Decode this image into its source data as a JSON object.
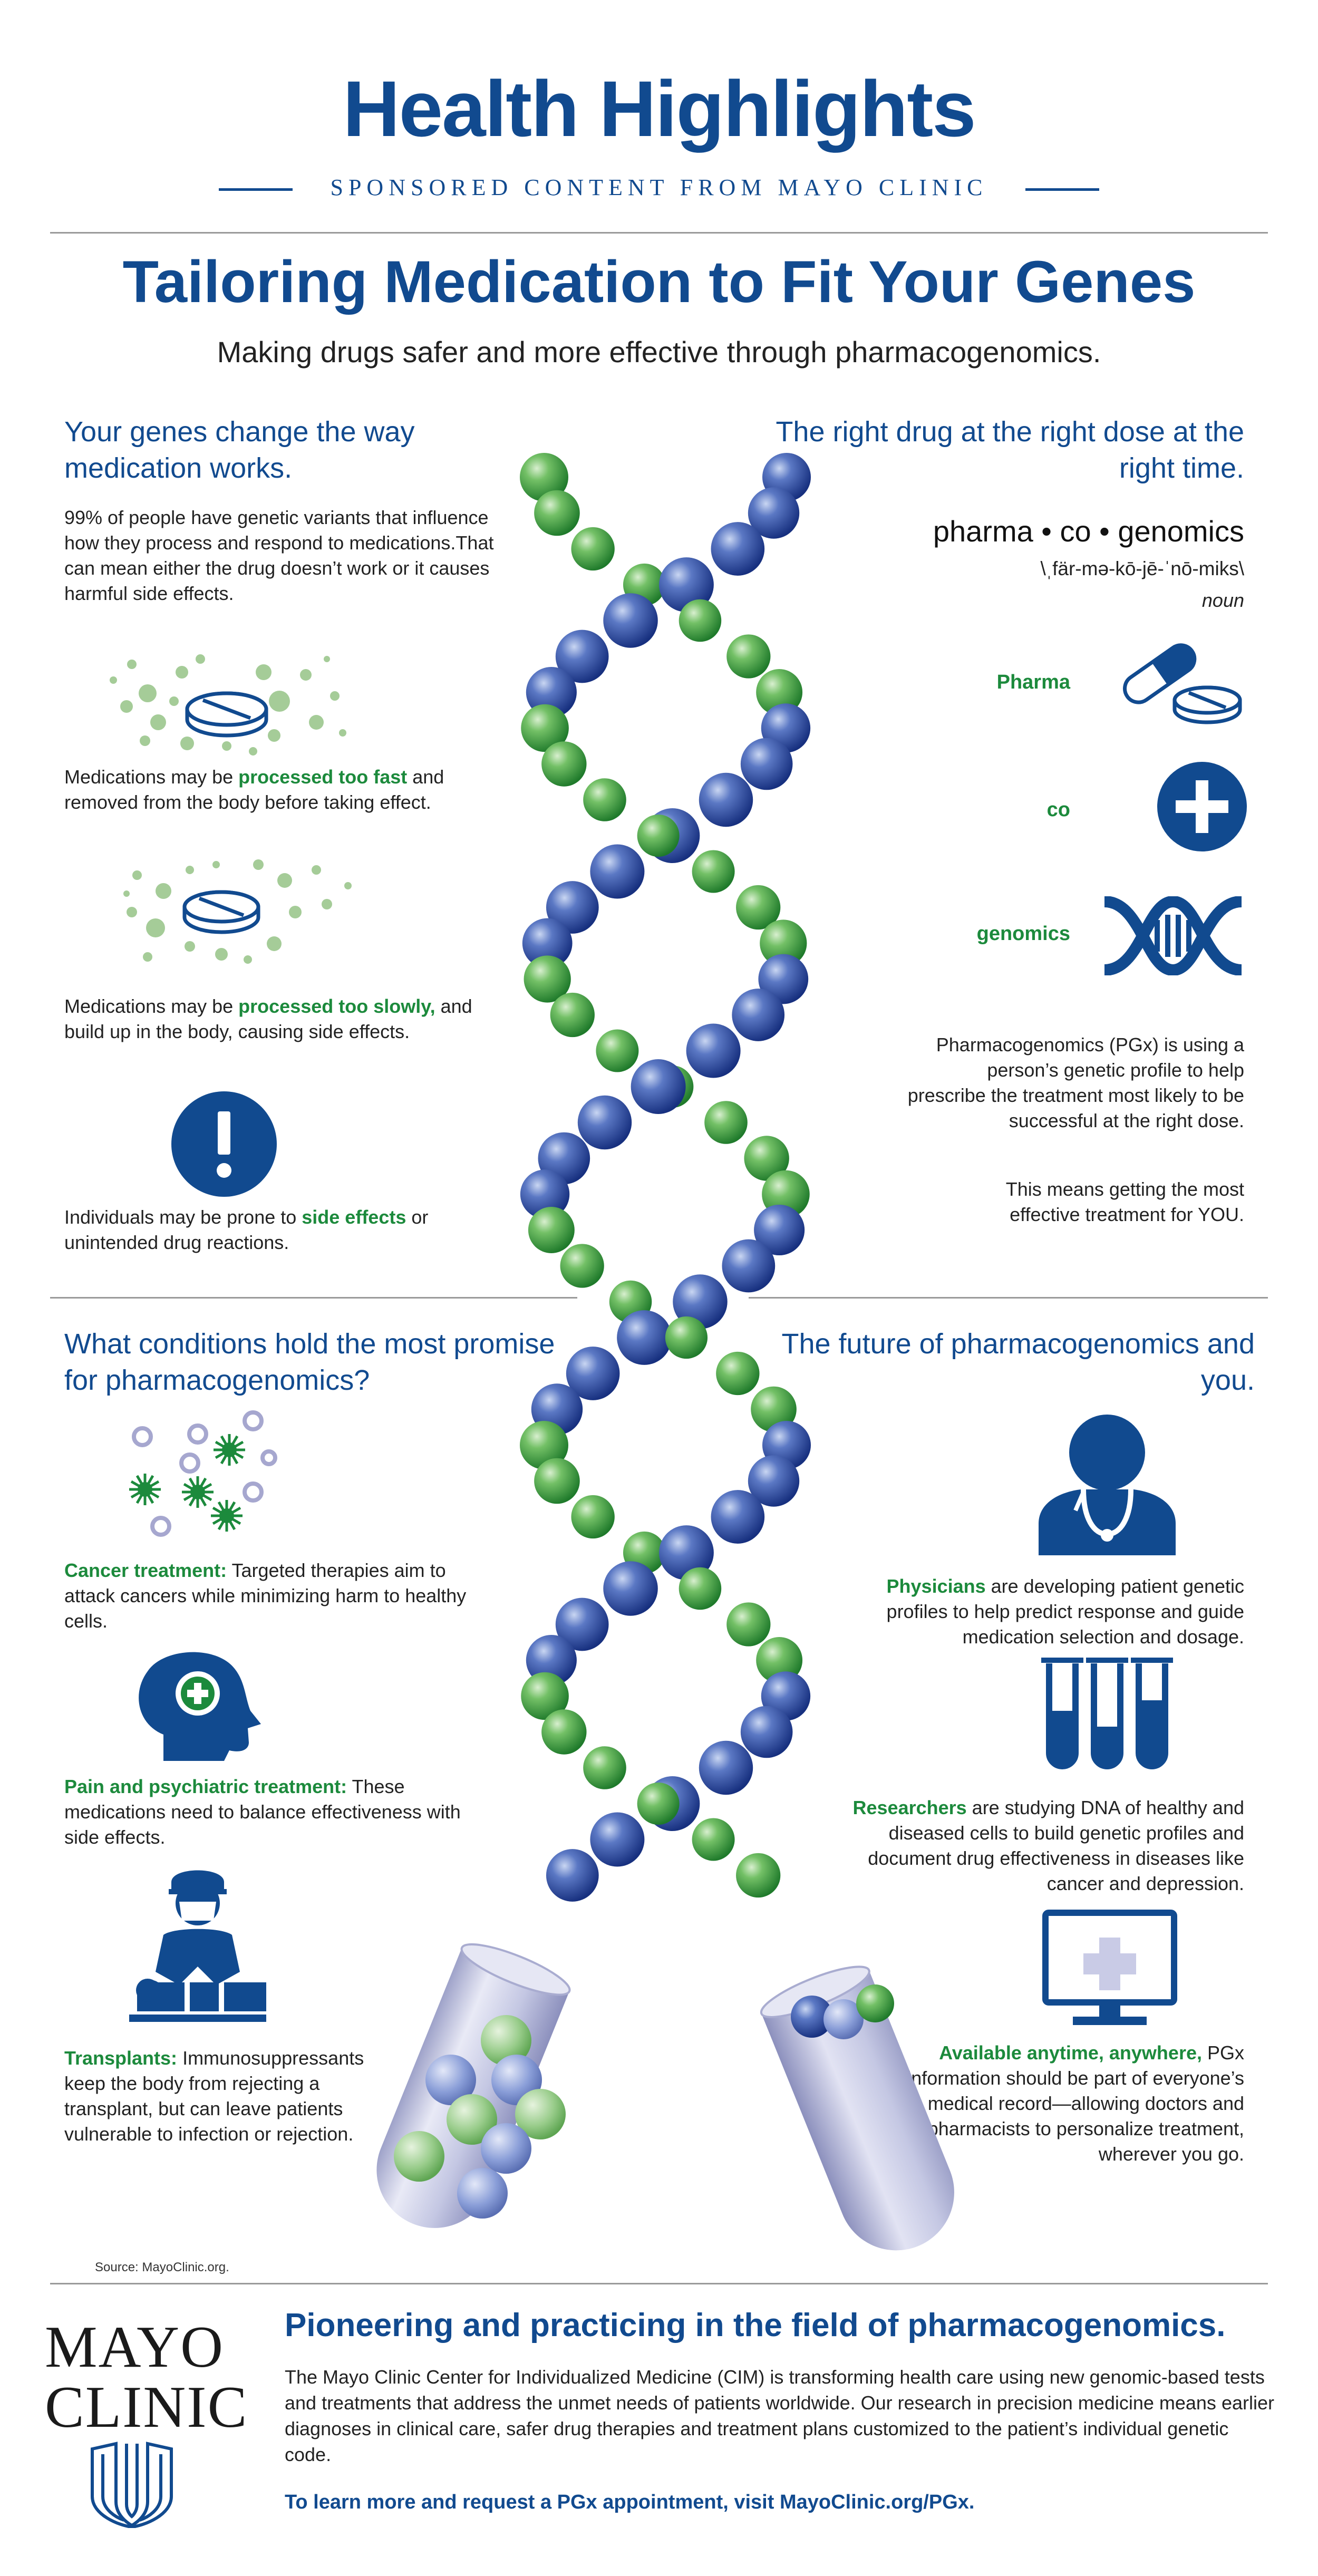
{
  "header": {
    "title": "Health Highlights",
    "sponsor": "SPONSORED CONTENT FROM MAYO CLINIC"
  },
  "main": {
    "title": "Tailoring Medication to Fit Your Genes",
    "subtitle": "Making drugs safer and more effective through pharmacogenomics."
  },
  "genes_section": {
    "heading": "Your genes change the way medication works.",
    "intro": "99% of people have genetic variants that influence how they process and respond to medications.That can mean either the drug doesn’t work or it causes harmful side effects.",
    "fast_pre": "Medications may be ",
    "fast_em": "processed too fast",
    "fast_post": " and removed from the body before taking effect.",
    "slow_pre": "Medications may be ",
    "slow_em": "processed too slowly,",
    "slow_post": " and build up in the body, causing side effects.",
    "side_pre": "Individuals may be prone to ",
    "side_em": "side effects",
    "side_post": " or unintended drug reactions."
  },
  "right_drug_section": {
    "heading": "The right drug at the right dose at the right time.",
    "word": "pharma • co • genomics",
    "pronunciation": "\\ˌfär-mə-kō-jē-ˈnō-miks\\",
    "part_of_speech": "noun",
    "parts": [
      "Pharma",
      "co",
      "genomics"
    ],
    "definition": "Pharmacogenomics (PGx) is using a person’s genetic profile to help prescribe the treatment most likely to be successful at the right dose.",
    "meaning": "This means getting the most effective treatment for YOU."
  },
  "conditions_section": {
    "heading": "What conditions hold the most promise for pharmacogenomics?",
    "cancer_em": "Cancer treatment:",
    "cancer_text": " Targeted therapies aim to attack cancers while minimizing harm to healthy cells.",
    "pain_em": "Pain and psychiatric treatment:",
    "pain_text": " These medications need to balance effectiveness with side effects.",
    "transplant_em": "Transplants:",
    "transplant_text": " Immunosuppressants keep the body from rejecting a transplant, but can leave patients vulnerable to infection or rejection.",
    "source": "Source: MayoClinic.org."
  },
  "future_section": {
    "heading": "The future of pharmacogenomics and you.",
    "physicians_em": "Physicians",
    "physicians_text": " are developing patient genetic profiles to help predict response and guide medication selection and dosage.",
    "researchers_em": "Researchers",
    "researchers_text": " are studying DNA of healthy and diseased cells to build genetic profiles and document drug effectiveness in diseases like cancer and depression.",
    "anytime_em": "Available anytime, anywhere,",
    "anytime_text": " PGx information should be part of everyone’s medical record—allowing doctors and pharmacists to personalize treatment, wherever you go."
  },
  "footer": {
    "logo_line1": "MAYO",
    "logo_line2": "CLINIC",
    "title": "Pioneering and practicing in the field of pharmacogenomics.",
    "body": "The Mayo Clinic Center for Individualized Medicine (CIM) is transforming health care using new genomic-based tests and treatments that address the unmet needs of patients worldwide. Our research in precision medicine means earlier diagnoses in clinical care, safer drug therapies and treatment plans customized to the patient’s individual genetic code.",
    "cta": "To learn more and request a PGx appointment, visit MayoClinic.org/PGx."
  },
  "colors": {
    "brand_blue": "#114a8f",
    "accent_green": "#1c8a3c",
    "dna_blue": "#1f3f9a",
    "dna_green": "#2f9a3a",
    "capsule_lavender": "#c9cbe6"
  },
  "icons": [
    "pill-cluster-icon",
    "exclamation-icon",
    "capsule-icon",
    "plus-circle-icon",
    "dna-icon",
    "cancer-cells-icon",
    "head-cross-icon",
    "surgeon-icon",
    "physician-icon",
    "test-tubes-icon",
    "monitor-cross-icon",
    "mayo-shield-icon",
    "dna-helix-graphic"
  ]
}
